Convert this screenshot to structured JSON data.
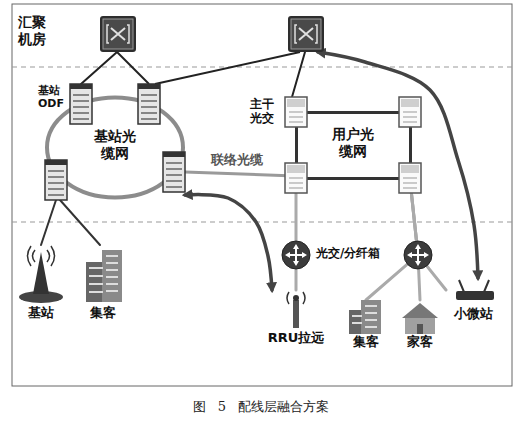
{
  "diagram": {
    "caption": "图 5 配线层融合方案",
    "nodes": [
      {
        "text": [
          "汇聚机房"
        ]
      },
      {
        "text": [
          "基站光缆网"
        ]
      },
      {
        "text": [
          "基站 ODF"
        ]
      },
      {
        "text": [
          "用户光缆网"
        ]
      },
      {
        "text": [
          "主干光交"
        ]
      },
      {
        "text": [
          "基站"
        ]
      },
      {
        "text": [
          "集客"
        ]
      },
      {
        "text": [
          "光交/分纤箱"
        ]
      },
      {
        "text": [
          "RRU拉远"
        ]
      },
      {
        "text": [
          "集客"
        ]
      },
      {
        "text": [
          "家客"
        ]
      },
      {
        "text": [
          "小微站"
        ]
      }
    ],
    "edges": [
      {
        "from": 0,
        "to": 2,
        "arrow": "none"
      },
      {
        "from": 0,
        "to": 4,
        "arrow": "none"
      },
      {
        "from": 1,
        "to": 3,
        "label": "联络光缆",
        "arrow": "none"
      },
      {
        "from": 1,
        "to": 5,
        "arrow": "none"
      },
      {
        "from": 1,
        "to": 6,
        "arrow": "none"
      },
      {
        "from": 3,
        "to": 7,
        "arrow": "none"
      },
      {
        "from": 7,
        "to": 8,
        "arrow": "none"
      },
      {
        "from": 3,
        "to": 9,
        "arrow": "none"
      },
      {
        "from": 3,
        "to": 10,
        "arrow": "none"
      },
      {
        "from": 3,
        "to": 11,
        "arrow": "none"
      },
      {
        "from": 1,
        "to": 8,
        "arrow": "both"
      },
      {
        "from": 11,
        "to": 0,
        "arrow": "both"
      }
    ]
  }
}
